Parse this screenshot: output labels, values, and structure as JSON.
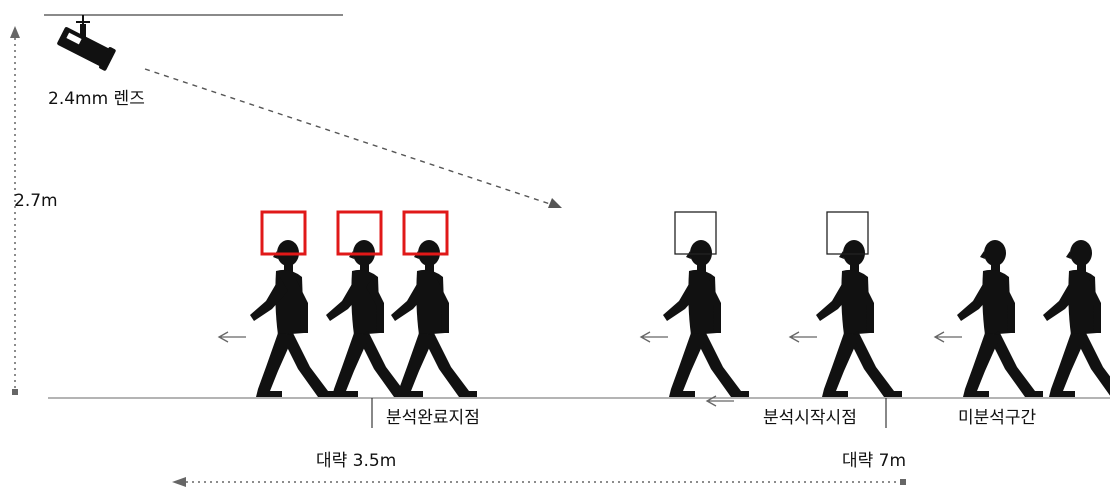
{
  "camera": {
    "lens_label": "2.4mm 렌즈",
    "icon": "cctv-camera-icon"
  },
  "height_label": "2.7m",
  "zones": {
    "analysis_end": "분석완료지점",
    "analysis_start": "분석시작시점",
    "unanalyzed": "미분석구간"
  },
  "distances": {
    "near": "대략 3.5m",
    "far": "대략  7m"
  },
  "colors": {
    "detected_face_box": "#e01818",
    "candidate_face_box": "#222222",
    "silhouette": "#111111"
  }
}
